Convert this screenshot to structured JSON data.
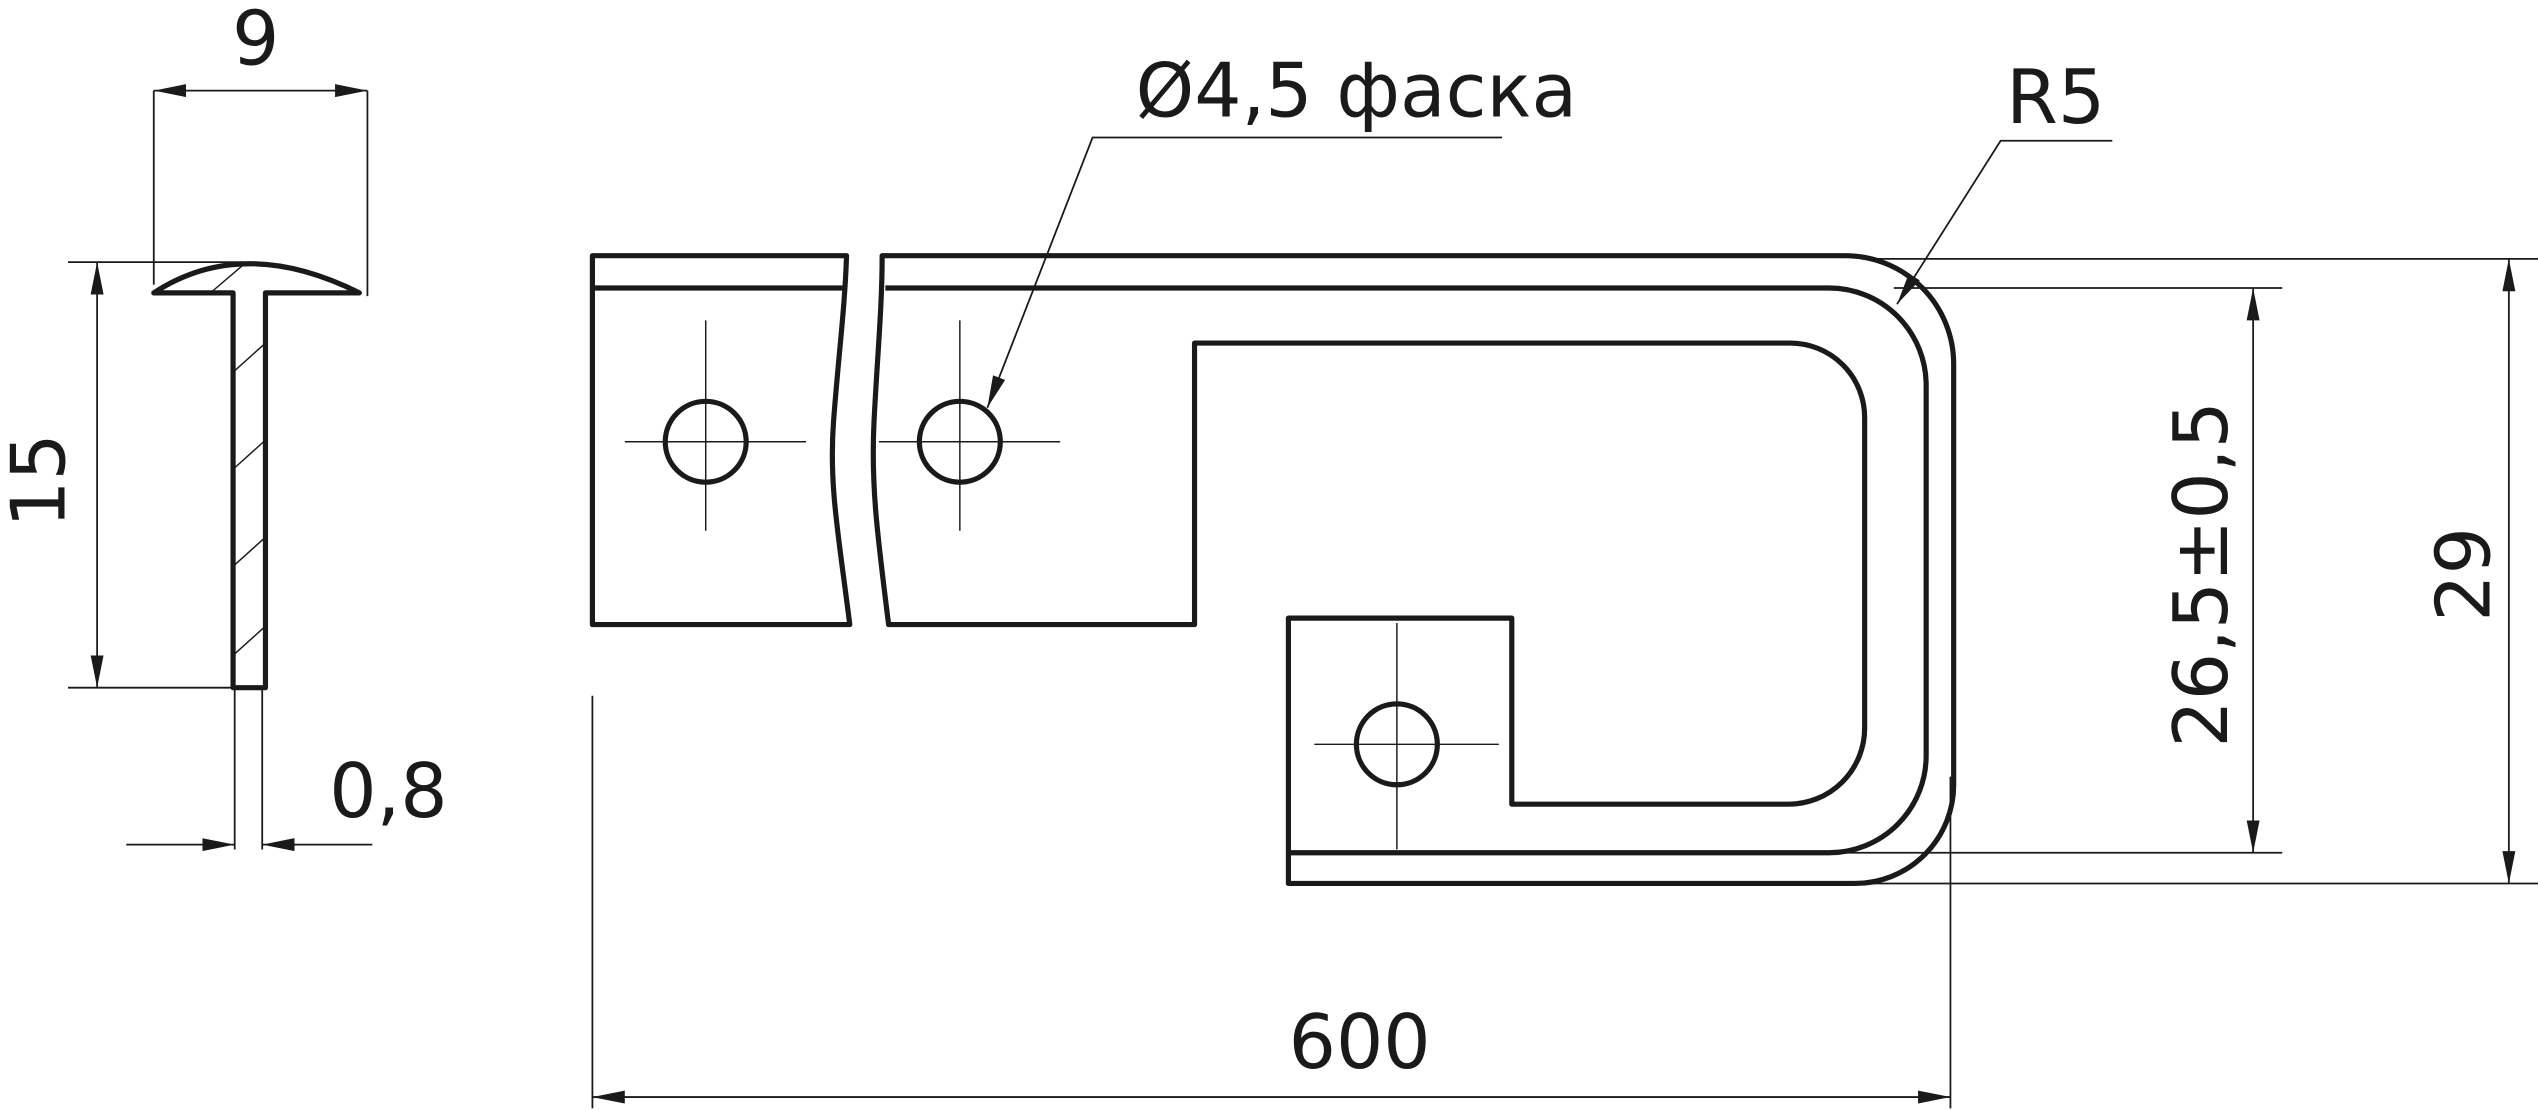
{
  "drawing": {
    "profile_width": "9",
    "profile_height": "15",
    "profile_thickness": "0,8",
    "hole_callout": "Ø4,5 фаска",
    "radius_callout": "R5",
    "inner_height": "26,5±0,5",
    "outer_height": "29",
    "total_length": "600"
  },
  "colors": {
    "line": "#1a1a1a",
    "background": "#ffffff"
  }
}
